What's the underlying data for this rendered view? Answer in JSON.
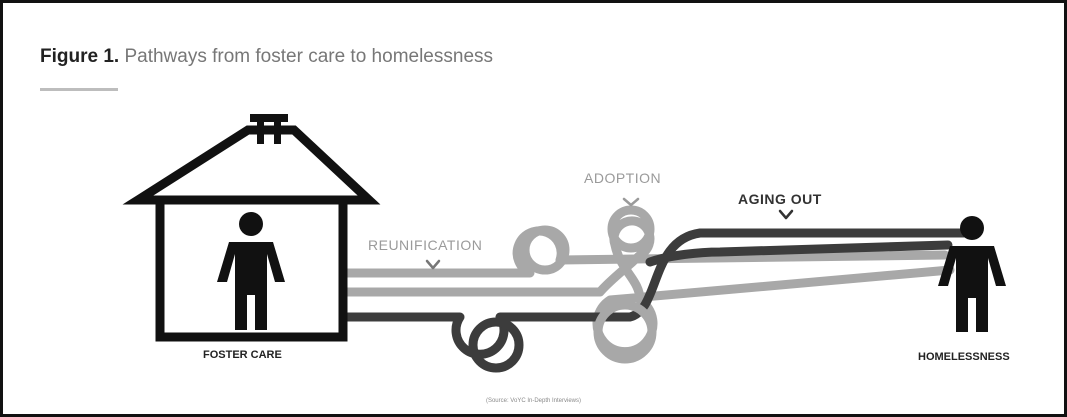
{
  "figure": {
    "label": "Figure 1.",
    "title": "Pathways from foster care to homelessness",
    "source": "(Source: VoYC In-Depth Interviews)"
  },
  "labels": {
    "foster_care": "FOSTER CARE",
    "homelessness": "HOMELESSNESS",
    "reunification": "REUNIFICATION",
    "adoption": "ADOPTION",
    "aging_out": "AGING OUT"
  },
  "colors": {
    "dark_path": "#3c3c3c",
    "gray_path": "#a8a8a8",
    "house": "#111111",
    "person": "#111111",
    "label_gray": "#9a9a9a",
    "label_dark": "#333333"
  }
}
